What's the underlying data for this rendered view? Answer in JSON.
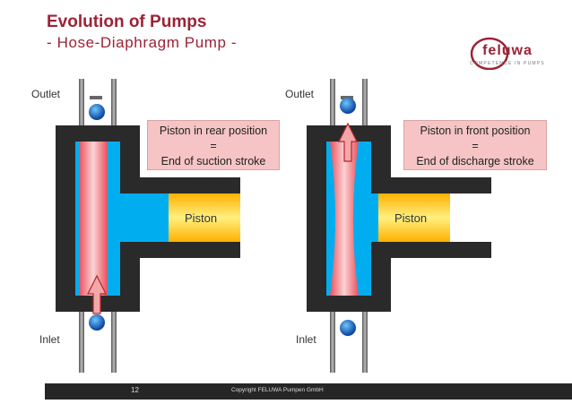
{
  "slide": {
    "title": "Evolution of Pumps",
    "subtitle": "- Hose-Diaphragm Pump -"
  },
  "logo": {
    "text": "feluwa",
    "tagline": "COMPETENCE IN PUMPS"
  },
  "left_pump": {
    "outlet_label": "Outlet",
    "inlet_label": "Inlet",
    "callout_line1": "Piston in rear position",
    "callout_line2": "=",
    "callout_line3": "End of suction stroke",
    "piston_label": "Piston"
  },
  "right_pump": {
    "outlet_label": "Outlet",
    "inlet_label": "Inlet",
    "callout_line1": "Piston in front position",
    "callout_line2": "=",
    "callout_line3": "End of discharge stroke",
    "piston_label": "Piston"
  },
  "footer": {
    "page_number": "12",
    "copyright": "Copyright FELUWA Pumpen GmbH"
  },
  "colors": {
    "title": "#9b2335",
    "housing": "#2a2a2a",
    "fluid": "#00aeef",
    "hose": "#f08080",
    "piston_gold": "#ffd200",
    "valve_ball": "#1565c0",
    "footer": "#262626"
  }
}
